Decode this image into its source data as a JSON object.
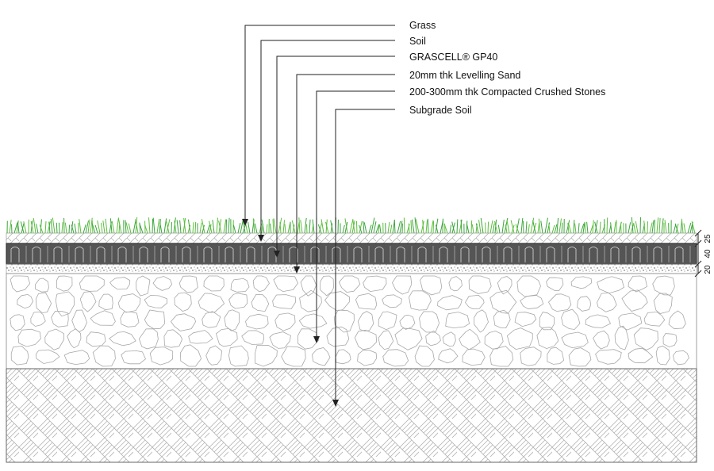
{
  "labels": {
    "grass": "Grass",
    "soil": "Soil",
    "grascell": "GRASCELL® GP40",
    "sand": "20mm thk Levelling Sand",
    "stones": "200-300mm thk Compacted Crushed Stones",
    "subgrade": "Subgrade Soil"
  },
  "dimensions": {
    "soil": "25",
    "grascell": "40",
    "sand": "20"
  },
  "colors": {
    "grass": "#3aa53a",
    "grascell": "#555555",
    "line": "#222222",
    "pattern": "#9a9a9a"
  }
}
